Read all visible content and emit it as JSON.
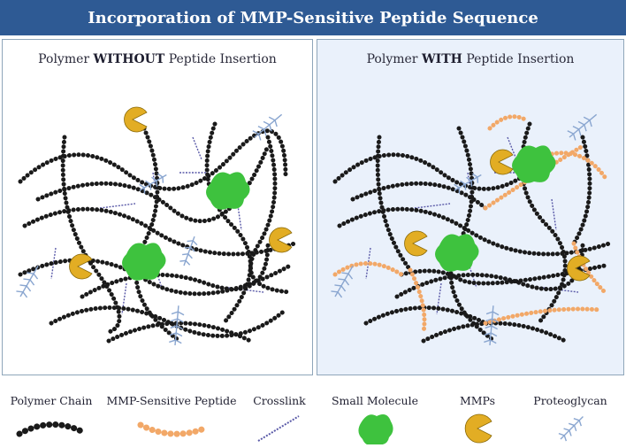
{
  "title": "Incorporation of MMP-Sensitive Peptide Sequence",
  "panels": {
    "left": {
      "prefix": "Polymer ",
      "emphasis": "WITHOUT",
      "suffix": " Peptide Insertion"
    },
    "right": {
      "prefix": "Polymer ",
      "emphasis": "WITH",
      "suffix": " Peptide Insertion"
    }
  },
  "legend": {
    "polymer_chain": "Polymer Chain",
    "mmp_peptide": "MMP-Sensitive Peptide",
    "crosslink": "Crosslink",
    "small_molecule": "Small Molecule",
    "mmps": "MMPs",
    "proteoglycan": "Proteoglycan"
  },
  "colors": {
    "title_bar": "#2e5a94",
    "polymer_chain": "#1a1a1a",
    "peptide": "#f2a868",
    "crosslink": "#5a5aa8",
    "small_molecule": "#3ec23e",
    "mmp": "#e2ad24",
    "proteoglycan": "#8aa6d0",
    "right_panel_bg": "#eaf1fb"
  }
}
